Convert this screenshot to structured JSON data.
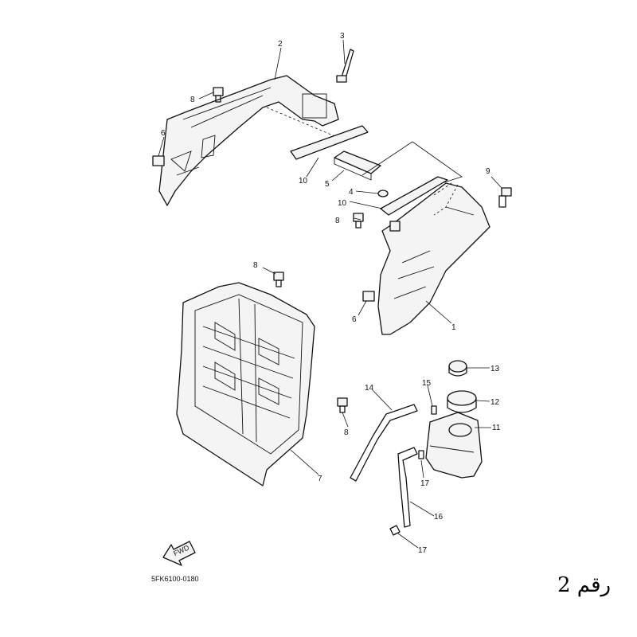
{
  "diagram": {
    "drawing_code": "5FK6100-0180",
    "fwd_label": "FWD",
    "callouts": {
      "c1": "1",
      "c2": "2",
      "c3": "3",
      "c4": "4",
      "c5": "5",
      "c6a": "6",
      "c6b": "6",
      "c7": "7",
      "c8a": "8",
      "c8b": "8",
      "c8c": "8",
      "c8d": "8",
      "c9": "9",
      "c10a": "10",
      "c10b": "10",
      "c11": "11",
      "c12": "12",
      "c13": "13",
      "c14": "14",
      "c15": "15",
      "c16": "16",
      "c17a": "17",
      "c17b": "17"
    }
  },
  "caption": "رقم 2"
}
